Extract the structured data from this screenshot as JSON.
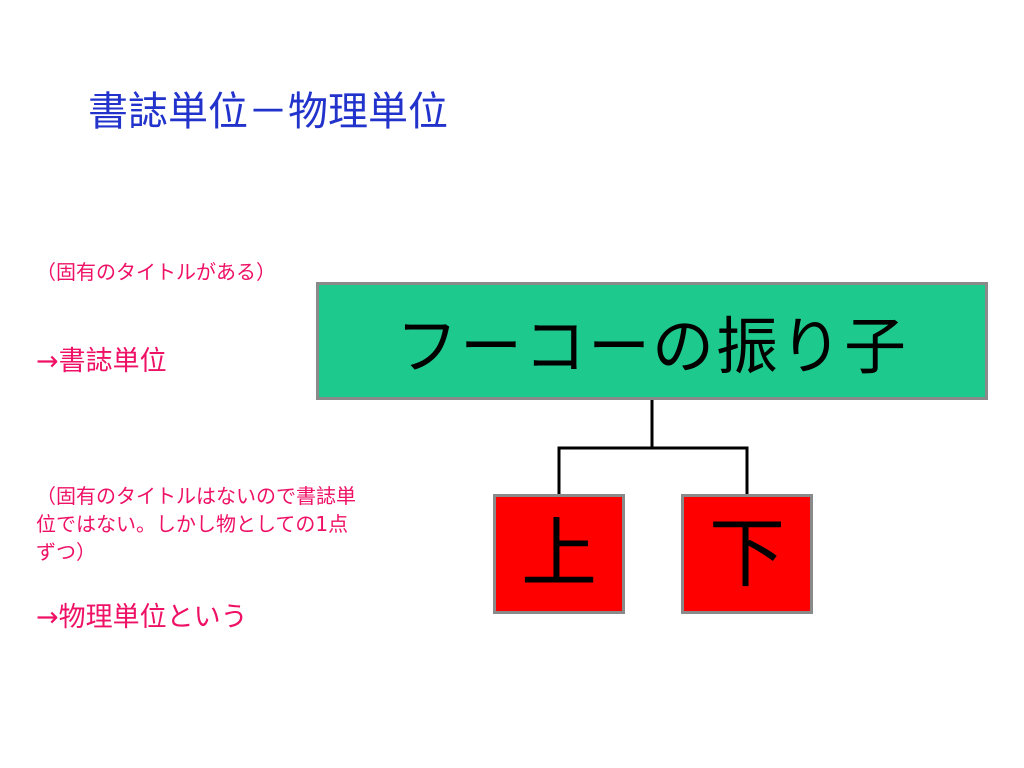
{
  "slide": {
    "title": "書誌単位－物理単位",
    "note_1": "（固有のタイトルがある）",
    "arrow_1": "→書誌単位",
    "note_2": "（固有のタイトルはないので書誌単位ではない。しかし物としての1点ずつ）",
    "arrow_2": "→物理単位という"
  },
  "diagram": {
    "root": "フーコーの振り子",
    "children": [
      "上",
      "下"
    ]
  },
  "colors": {
    "title": "#2233cc",
    "note": "#ee1166",
    "root_fill": "#1ec98e",
    "child_fill": "#ff0000",
    "box_border": "#8a8a8a",
    "connector": "#000000"
  }
}
